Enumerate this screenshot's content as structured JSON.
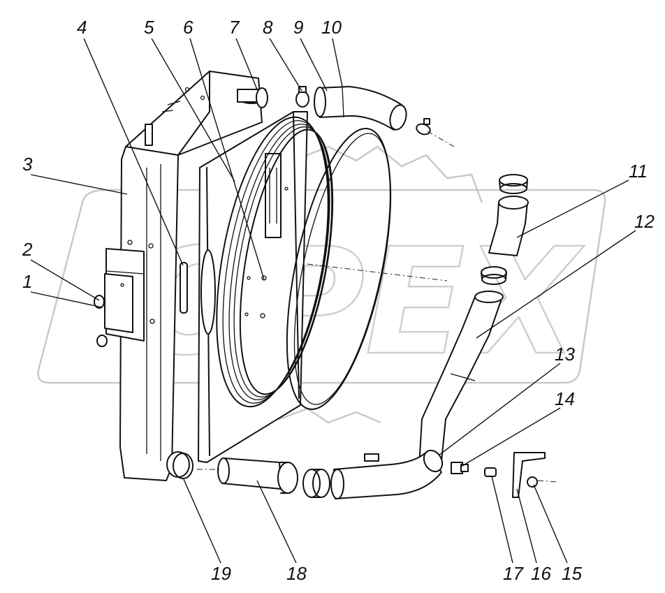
{
  "watermark": {
    "text": "OPEX",
    "color": "#cfcfcf"
  },
  "callouts": [
    {
      "id": "1",
      "text": "1"
    },
    {
      "id": "2",
      "text": "2"
    },
    {
      "id": "3",
      "text": "3"
    },
    {
      "id": "4",
      "text": "4"
    },
    {
      "id": "5",
      "text": "5"
    },
    {
      "id": "6",
      "text": "6"
    },
    {
      "id": "7",
      "text": "7"
    },
    {
      "id": "8",
      "text": "8"
    },
    {
      "id": "9",
      "text": "9"
    },
    {
      "id": "10",
      "text": "10"
    },
    {
      "id": "11",
      "text": "11"
    },
    {
      "id": "12",
      "text": "12"
    },
    {
      "id": "13",
      "text": "13"
    },
    {
      "id": "14",
      "text": "14"
    },
    {
      "id": "15",
      "text": "15"
    },
    {
      "id": "16",
      "text": "16"
    },
    {
      "id": "17",
      "text": "17"
    },
    {
      "id": "18",
      "text": "18"
    },
    {
      "id": "19",
      "text": "19"
    }
  ],
  "colors": {
    "line": "#111111",
    "background": "#ffffff",
    "watermark": "#c9c9c9"
  }
}
